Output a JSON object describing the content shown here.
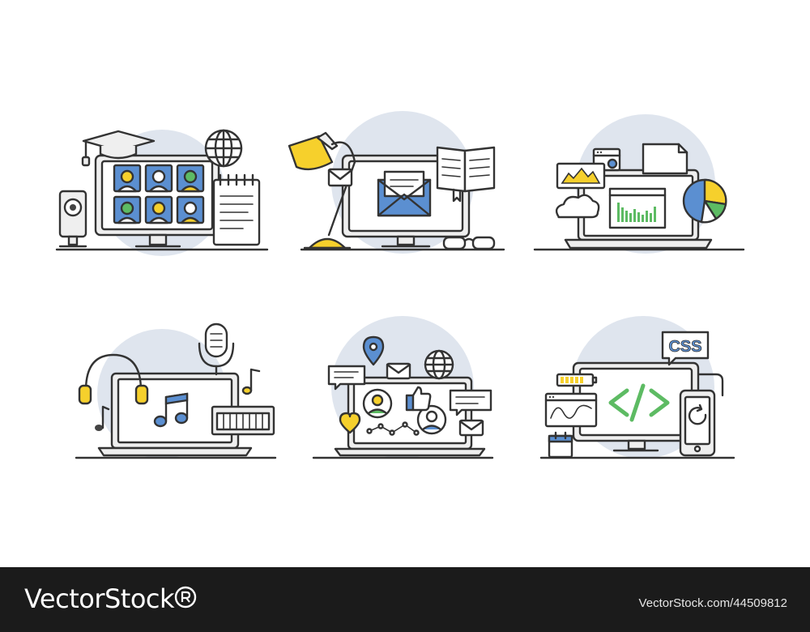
{
  "scenes": {
    "developer": {
      "code_badge": "CSS"
    }
  },
  "colors": {
    "accent_blue": "#5b8fd1",
    "accent_yellow": "#f6d02c",
    "accent_green": "#5dbb63",
    "bubble": "#dfe5ee",
    "outline": "#333333",
    "footer": "#1b1b1b"
  },
  "footer": {
    "brand": "VectorStock",
    "brand_icon": "registered-mark-icon",
    "image_id": "VectorStock.com/44509812"
  }
}
